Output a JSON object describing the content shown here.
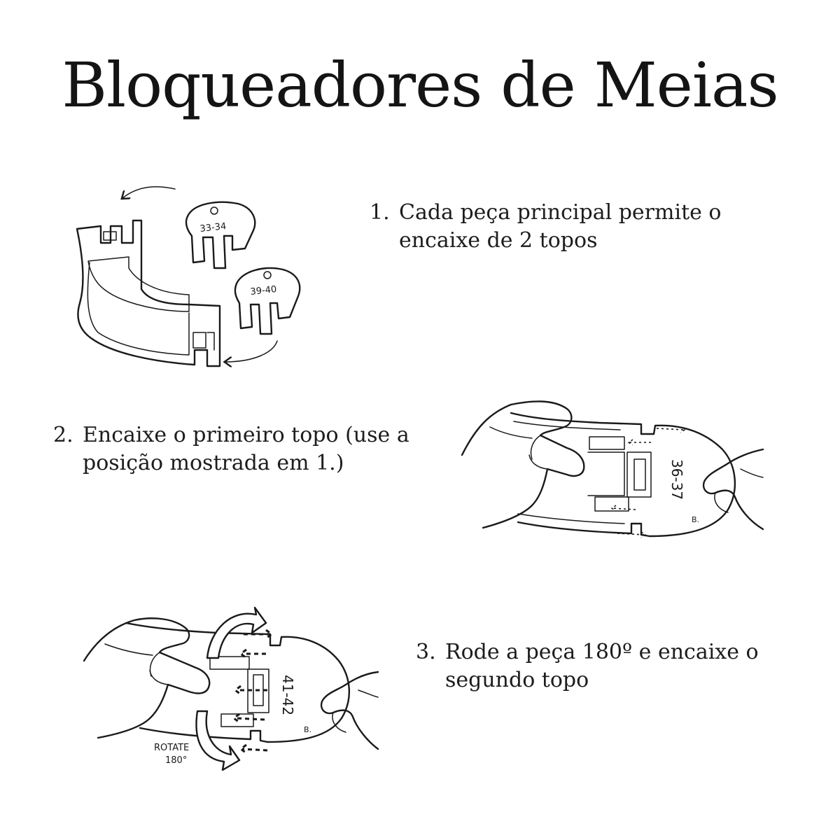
{
  "title": "Bloqueadores de Meias",
  "steps": [
    {
      "number": "1.",
      "lines": [
        "Cada peça principal permite o",
        "encaixe de 2 topos"
      ]
    },
    {
      "number": "2.",
      "lines": [
        "Encaixe o primeiro topo (use a",
        "posição mostrada em 1.)"
      ]
    },
    {
      "number": "3.",
      "lines": [
        "Rode a peça 180º e encaixe o",
        "segundo topo"
      ]
    }
  ],
  "illustrations": {
    "sock_blocker": {
      "tags": [
        "33-34",
        "39-40"
      ],
      "icons": [
        "sock-blocker-icon",
        "topper-icon",
        "curved-arrow-icon"
      ]
    },
    "step2_hands": {
      "size_label": "36-37",
      "mark": "B.",
      "icons": [
        "hand-icon",
        "dashed-arrow-icon"
      ]
    },
    "step3_hands": {
      "size_label": "41-42",
      "mark": "B.",
      "rotate_label": "ROTATE",
      "rotate_degrees": "180°",
      "icons": [
        "hand-icon",
        "rotate-arrow-icon",
        "dashed-arrow-icon"
      ]
    }
  }
}
